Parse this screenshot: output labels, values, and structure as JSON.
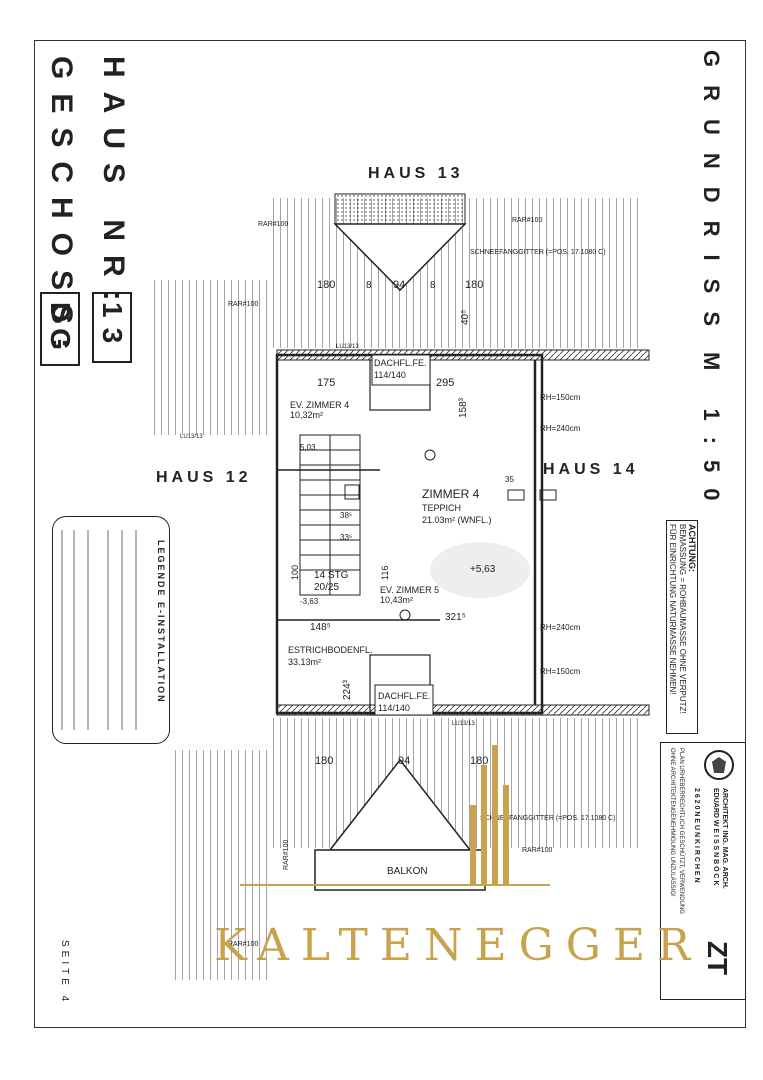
{
  "left_header": {
    "haus_label": "HAUS NR:",
    "haus_value": "13",
    "geschoss_label": "GESCHOSS:",
    "geschoss_value": "DG"
  },
  "right_header": {
    "title": "GRUNDRISS",
    "scale": "M 1:50",
    "notice_title": "ACHTUNG:",
    "notice_line1": "BEMASSUNG = ROHBAUMASSE OHNE VERPUTZ!",
    "notice_line2": "FÜR EINRICHTUNG NATURMASSE NEHMEN!"
  },
  "plan": {
    "haus13": "HAUS 13",
    "haus12": "HAUS 12",
    "haus14": "HAUS 14",
    "dim_180_top": "180",
    "dim_94_top": "94",
    "dim_180_top2": "180",
    "dim_8a": "8",
    "dim_8b": "8",
    "dim_40_5": "40⁵",
    "dachfl_top_name": "DACHFL.FE.",
    "dachfl_top_size": "114/140",
    "dim_175": "175",
    "dim_295": "295",
    "dim_158": "158³",
    "ev4_name": "EV. ZIMMER 4",
    "ev4_area": "10,32m²",
    "zimmer4_name": "ZIMMER 4",
    "zimmer4_floor": "TEPPICH",
    "zimmer4_area": "21.03m² (WNFL.)",
    "height_mark": "+5,63",
    "ev5_name": "EV. ZIMMER 5",
    "ev5_area": "10,43m²",
    "dim_321": "321⁵",
    "dim_148": "148⁵",
    "stairs": "14 STG",
    "stairs_size": "20/25",
    "estrich_name": "ESTRICHBODENFL.",
    "estrich_area": "33.13m²",
    "dim_224": "224³",
    "dachfl_bot_name": "DACHFL.FE.",
    "dachfl_bot_size": "114/140",
    "dim_180_bot": "180",
    "dim_94_bot": "94",
    "dim_180_bot2": "180",
    "balkon": "BALKON",
    "rh150_top": "RH=150cm",
    "rh240_top": "RH=240cm",
    "rh240_bot": "RH=240cm",
    "rh150_bot": "RH=150cm",
    "rar_top": "RAR#100",
    "rar_top2": "RAR#100",
    "rar_left": "RAR#100",
    "rar_bot": "RAR#100",
    "rar_bot2": "RAR#100",
    "rar_bot3": "RAR#100",
    "schnee_top": "SCHNEEFANGGITTER (=POS. 17.1080 C)",
    "schnee_bot": "SCHNEEFANGGITTER (=POS. 17.1080 C)",
    "lu_top": "LU13/13",
    "lu_left": "LU13/13",
    "lu_bot": "LU13/13",
    "dim_503": "5,03",
    "dim_363": "-3,63",
    "dim_35": "35",
    "dim_100": "100",
    "dim_116": "116",
    "dim_385": "38⁵",
    "dim_33": "33⁵"
  },
  "legend": {
    "title": "LEGENDE   E-INSTALLATION"
  },
  "watermark": {
    "text": "KALTENEGGER"
  },
  "architect": {
    "line1": "ARCHITEKT ING. MAG. ARCH.",
    "line2": "EDUARD W E I S S N B Ö C K",
    "line3": "2 6 2 0   N E U N K I R C H E N",
    "line4": "PLAN URHEBERRECHTLICH GESCHÜTZT, VERWENDUNG",
    "line5": "OHNE ARCHITEKTENGENEHMIGUNG UNZULÄSSIG!",
    "logo": "ZT"
  },
  "footer": {
    "page": "SEITE 4"
  },
  "colors": {
    "ink": "#222222",
    "gold": "#c9a24e"
  }
}
